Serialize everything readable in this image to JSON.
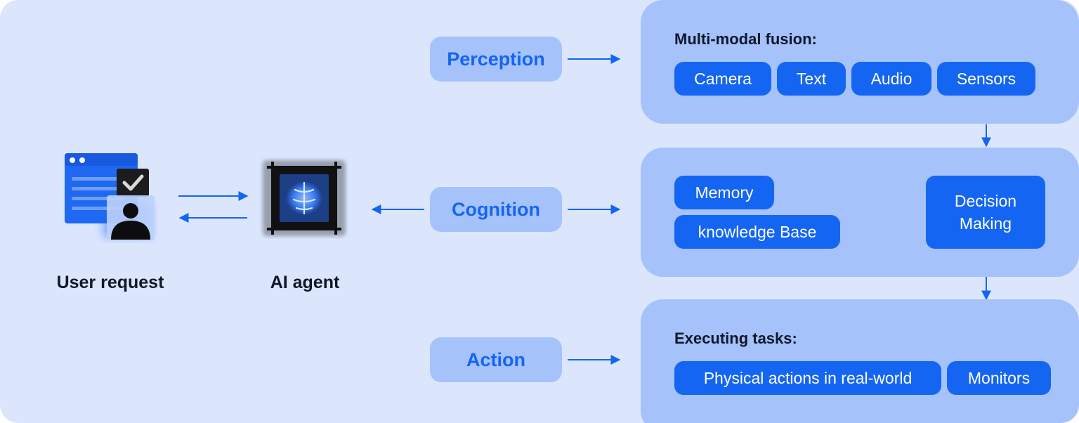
{
  "left": {
    "user_label": "User request",
    "agent_label": "AI agent",
    "user_icon": "user-request-icon",
    "agent_icon": "ai-chip-brain-icon"
  },
  "stages": {
    "perception": "Perception",
    "cognition": "Cognition",
    "action": "Action"
  },
  "perception_panel": {
    "title": "Multi-modal fusion:",
    "chips": [
      "Camera",
      "Text",
      "Audio",
      "Sensors"
    ]
  },
  "cognition_panel": {
    "inputs": [
      "Memory",
      "knowledge Base"
    ],
    "decision_line1": "Decision",
    "decision_line2": "Making"
  },
  "action_panel": {
    "title": "Executing tasks:",
    "chips": [
      "Physical actions in real-world",
      "Monitors"
    ]
  },
  "colors": {
    "background": "#dbe6fd",
    "panel": "#a5c2fb",
    "accent": "#1565f3",
    "text": "#101828"
  }
}
